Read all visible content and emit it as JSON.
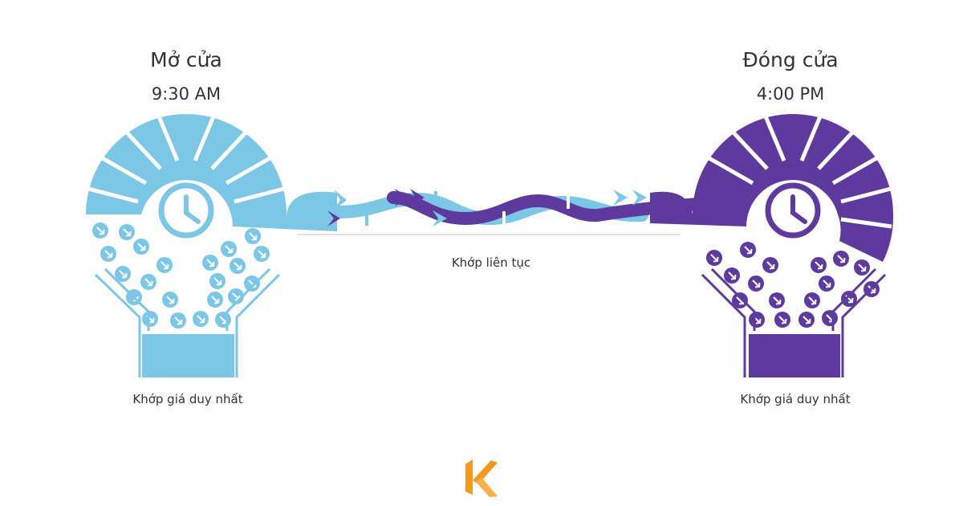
{
  "open": {
    "title": "Mở cửa",
    "time": "9:30 AM",
    "caption": "Khớp giá duy nhất"
  },
  "close": {
    "title": "Đóng cửa",
    "time": "4:00 PM",
    "caption": "Khớp giá duy nhất"
  },
  "middle": {
    "caption": "Khớp liên tục"
  },
  "colors": {
    "open": "#7cc6e6",
    "close": "#5e3a9e",
    "logo": "#f29a1f"
  },
  "icons": {
    "session_clock": "clock-icon",
    "order_marker": "arrow-down-circle-icon",
    "brand": "k-logo-icon"
  }
}
